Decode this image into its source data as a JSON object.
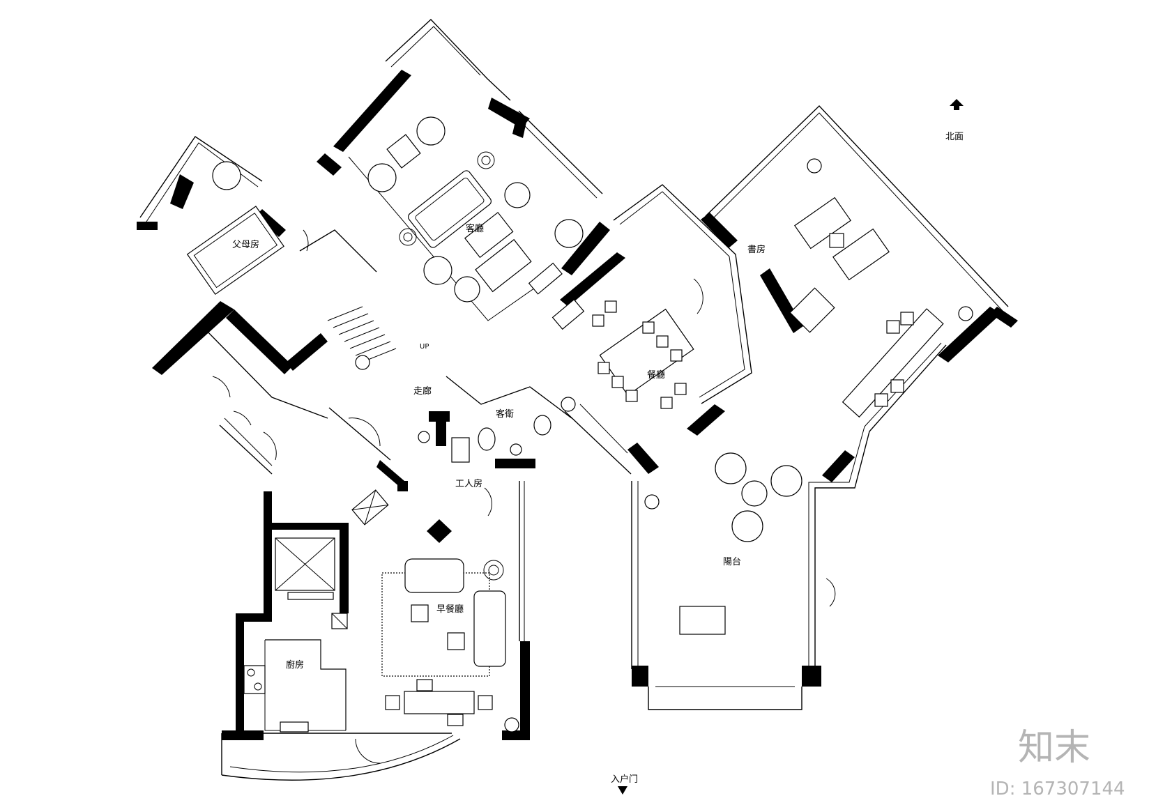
{
  "plan": {
    "rooms": {
      "living": "客廳",
      "parents": "父母房",
      "corridor": "走廊",
      "guest_bath": "客衛",
      "dining": "餐廳",
      "study": "書房",
      "servant": "工人房",
      "breakfast": "早餐廳",
      "kitchen": "廚房",
      "sunroom": "陽台",
      "up_label": "UP"
    },
    "compass_label": "北面",
    "entrance_label": "入户门"
  },
  "watermark": {
    "brand": "知末",
    "id_text": "ID: 167307144"
  }
}
